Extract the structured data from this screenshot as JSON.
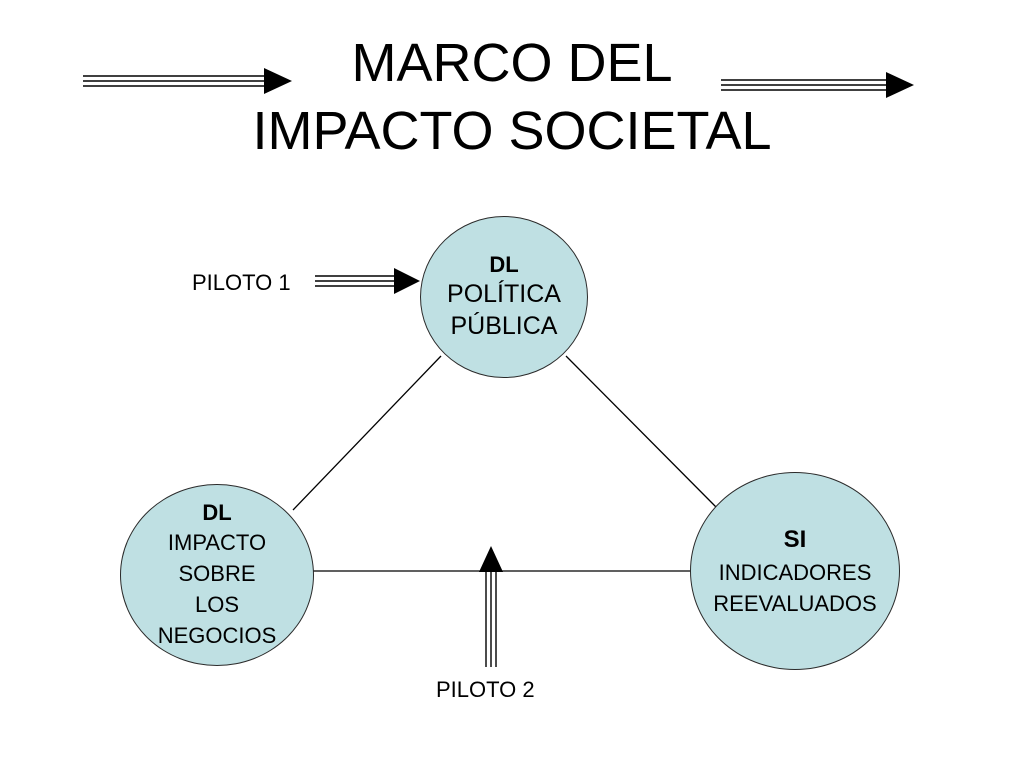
{
  "title": {
    "line1": "MARCO DEL",
    "line2": "IMPACTO SOCIETAL"
  },
  "nodes": {
    "top": {
      "code": "DL",
      "lines": [
        "POLÍTICA",
        "PÚBLICA"
      ]
    },
    "left": {
      "code": "DL",
      "lines": [
        "IMPACTO",
        "SOBRE",
        "LOS",
        "NEGOCIOS"
      ]
    },
    "right": {
      "code": "SI",
      "lines": [
        "INDICADORES",
        "REEVALUADOS"
      ]
    }
  },
  "labels": {
    "piloto1": "PILOTO 1",
    "piloto2": "PILOTO 2"
  },
  "colors": {
    "node_fill": "#bfe0e3",
    "line": "#000000",
    "background": "#ffffff"
  }
}
